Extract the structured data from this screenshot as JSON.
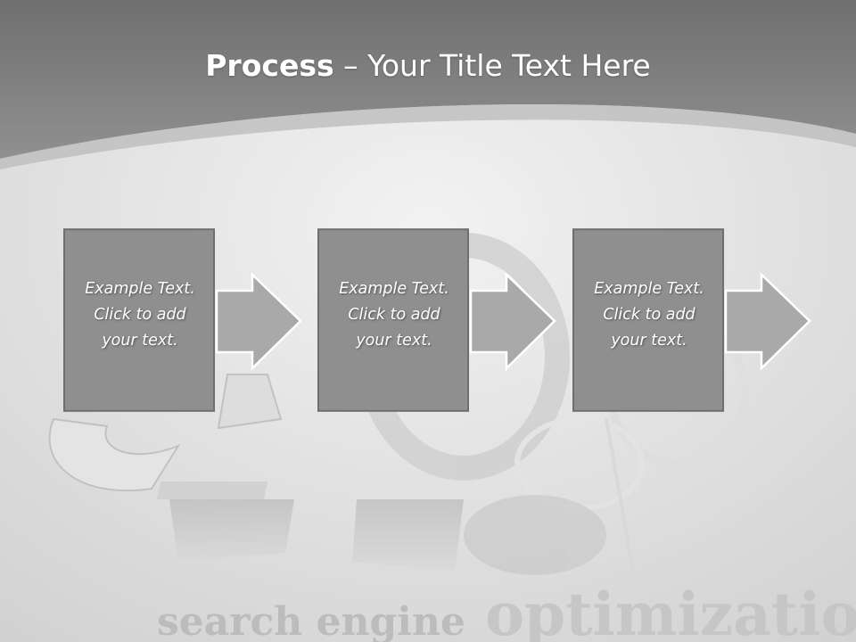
{
  "slide": {
    "title_bold": "Process",
    "title_rest": " – Your Title Text Here",
    "steps": [
      {
        "line1": "Example Text.",
        "line2": "Click  to add",
        "line3": "your text."
      },
      {
        "line1": "Example Text.",
        "line2": "Click  to add",
        "line3": "your text."
      },
      {
        "line1": "Example Text.",
        "line2": "Click  to add",
        "line3": "your text."
      }
    ],
    "background_words": {
      "word1": "search engine",
      "word2": "optimization"
    }
  },
  "colors": {
    "header_bg": "#7a7a7a",
    "box_fill": "#8f8f8f",
    "box_border": "#6e6e6e",
    "arrow_fill": "#a8a8a8",
    "text": "#ffffff"
  }
}
